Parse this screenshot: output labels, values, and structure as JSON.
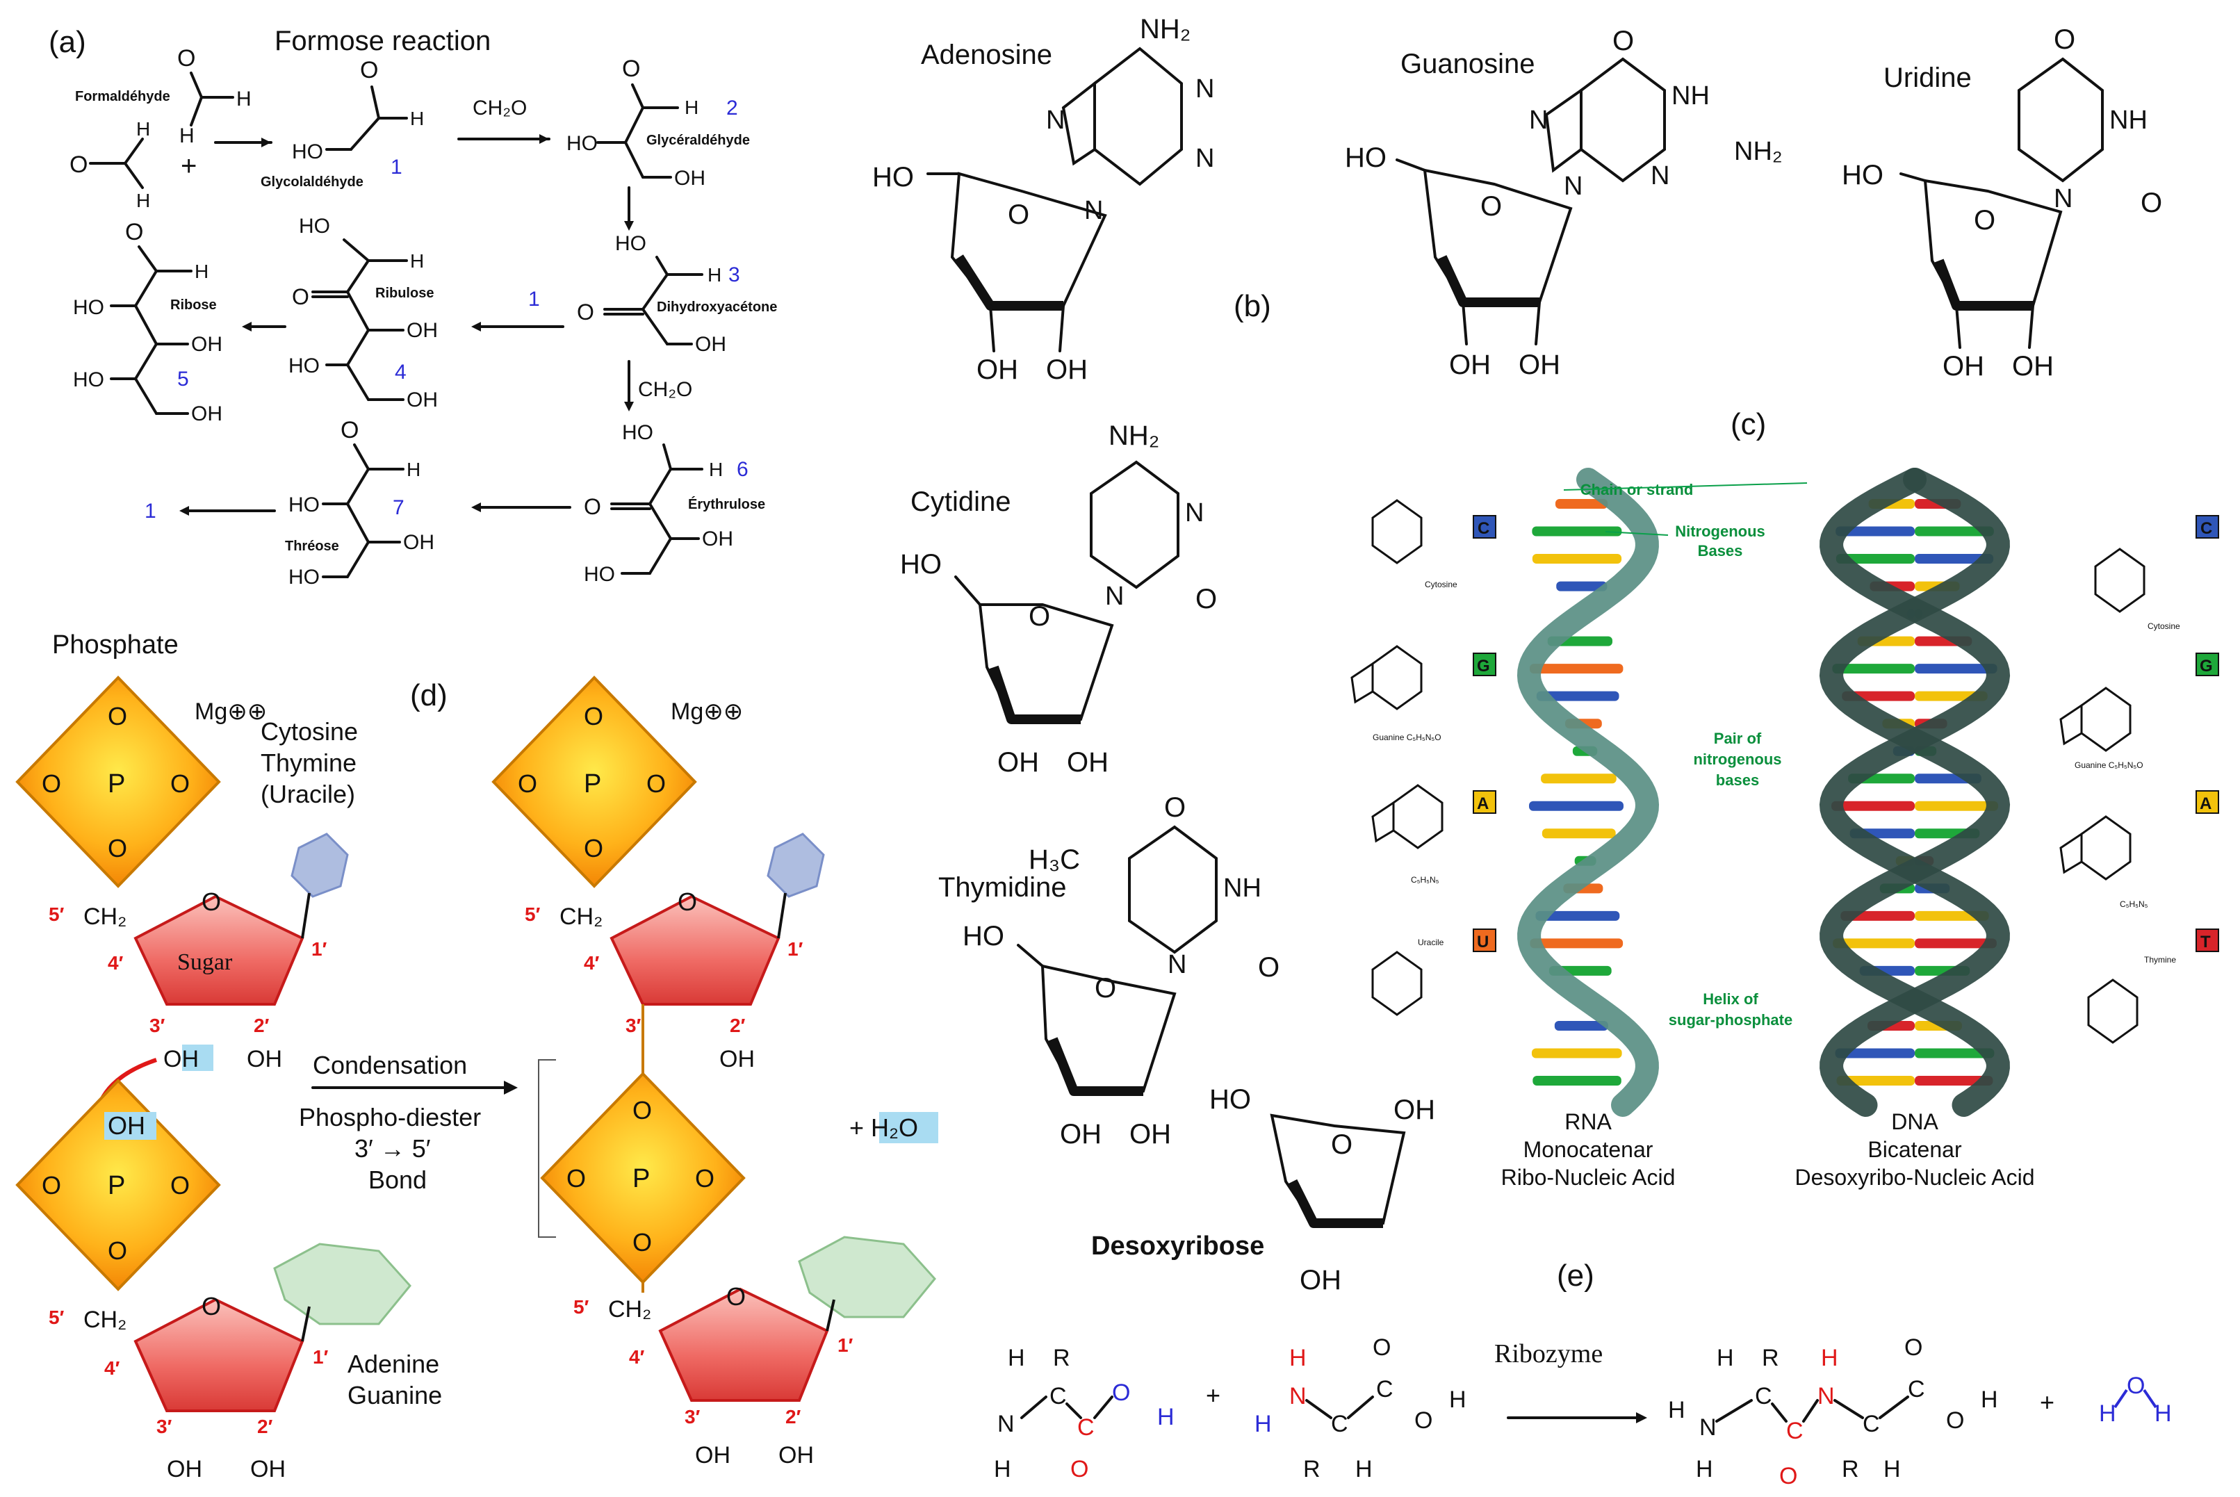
{
  "panels": {
    "a": "(a)",
    "b": "(b)",
    "c": "(c)",
    "d": "(d)",
    "e": "(e)"
  },
  "formose": {
    "title": "Formose reaction",
    "formaldehyde": "Formaldéhyde",
    "glycolaldehyde": "Glycolaldéhyde",
    "glyceraldehyde": "Glycéraldéhyde",
    "dihydroxyacetone": "Dihydroxyacétone",
    "erythrulose": "Érythrulose",
    "threose": "Thréose",
    "ribulose": "Ribulose",
    "ribose": "Ribose",
    "ch2o": "CH₂O",
    "n1": "1",
    "n2": "2",
    "n3": "3",
    "n4": "4",
    "n5": "5",
    "n6": "6",
    "n7": "7",
    "plus": "+"
  },
  "nucleosides": {
    "adenosine": "Adenosine",
    "guanosine": "Guanosine",
    "uridine": "Uridine",
    "cytidine": "Cytidine",
    "thymidine": "Thymidine",
    "desoxyribose": "Desoxyribose",
    "nh2": "NH₂",
    "ho": "HO",
    "oh": "OH",
    "o": "O",
    "n": "N",
    "nh": "NH",
    "h3c": "H₃C"
  },
  "helix": {
    "chain": "Chain or strand",
    "nitrogenous": "Nitrogenous",
    "bases": "Bases",
    "pair1": "Pair of",
    "pair2": "nitrogenous",
    "pair3": "bases",
    "helix1": "Helix of",
    "helix2": "sugar-phosphate",
    "rna1": "RNA",
    "rna2": "Monocatenar",
    "rna3": "Ribo-Nucleic Acid",
    "dna1": "DNA",
    "dna2": "Bicatenar",
    "dna3": "Desoxyribo-Nucleic Acid",
    "left_tags": [
      "C",
      "G",
      "A",
      "U"
    ],
    "right_tags": [
      "C",
      "G",
      "A",
      "T"
    ],
    "left_names": [
      "Cytosine",
      "Guanine  C₅H₅N₅O",
      "C₅H₅N₅",
      "Uracile"
    ],
    "right_names": [
      "Cytosine",
      "Guanine  C₅H₅N₅O",
      "C₅H₅N₅",
      "Thymine"
    ],
    "colors": {
      "C": "#2f56b8",
      "G": "#1ea83a",
      "A": "#f2c20c",
      "U": "#ef6a1f",
      "T": "#d8242a",
      "strand": "#5a8f84",
      "dna_strand": "#2f4a44",
      "label": "#0aa04a"
    }
  },
  "phosphodiester": {
    "phosphate": "Phosphate",
    "mg": "Mg⊕⊕",
    "bases_top": [
      "Cytosine",
      "Thymine",
      "(Uracile)"
    ],
    "bases_bottom": [
      "Adenine",
      "Guanine"
    ],
    "sugar": "Sugar",
    "condensation": "Condensation",
    "bond1": "Phospho-diester",
    "bond2": "3′ → 5′",
    "bond3": "Bond",
    "water": "+ H₂O",
    "p": "P",
    "ch2": "CH₂",
    "primes": [
      "5′",
      "4′",
      "3′",
      "2′",
      "1′"
    ]
  },
  "ribozyme": {
    "label": "Ribozyme",
    "plus": "+",
    "h": "H",
    "r": "R",
    "n": "N",
    "c": "C",
    "o": "O"
  }
}
